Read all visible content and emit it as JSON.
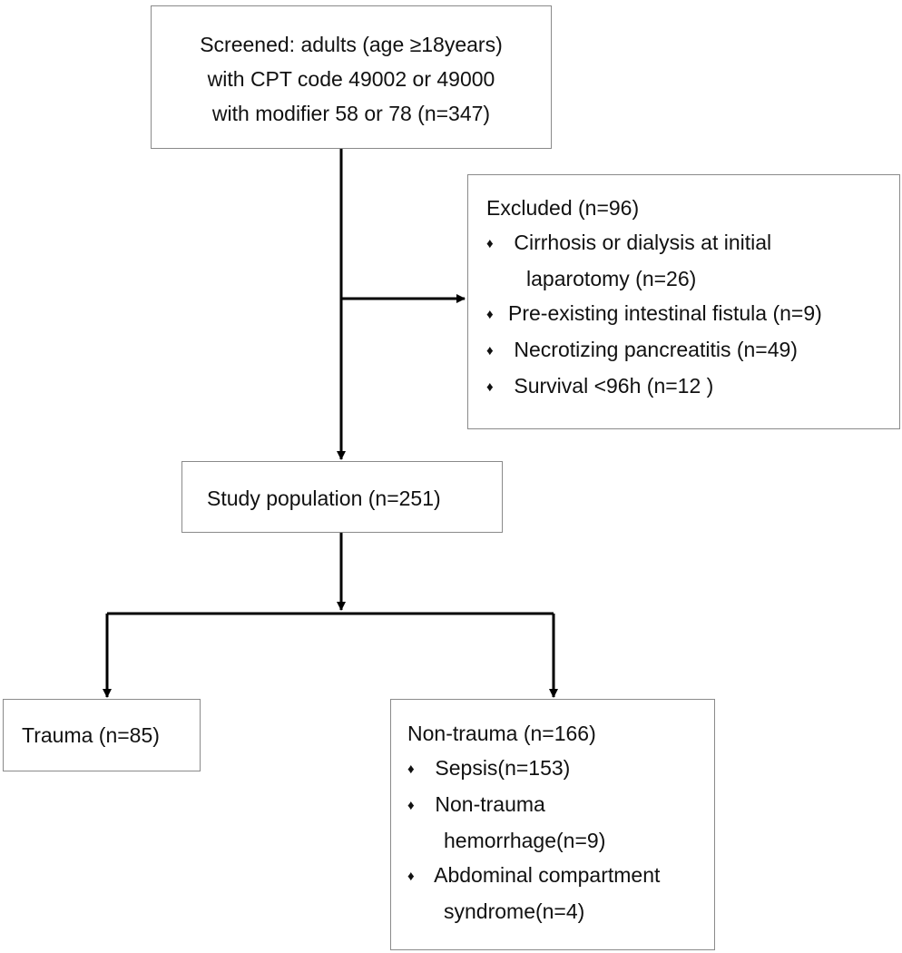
{
  "flowchart": {
    "screened": {
      "lines": [
        "Screened: adults (age ≥18years)",
        "with CPT code 49002 or 49000",
        "with modifier 58 or 78 (n=347)"
      ]
    },
    "excluded": {
      "title": "Excluded (n=96)",
      "bullet": "♦",
      "items": [
        {
          "lines": [
            "Cirrhosis or dialysis at initial",
            "laparotomy (n=26)"
          ]
        },
        {
          "lines": [
            "Pre-existing intestinal fistula (n=9)"
          ]
        },
        {
          "lines": [
            "Necrotizing pancreatitis (n=49)"
          ]
        },
        {
          "lines": [
            "Survival <96h (n=12 )"
          ]
        }
      ]
    },
    "study_population": {
      "label": "Study population (n=251)"
    },
    "trauma": {
      "label": "Trauma (n=85)"
    },
    "non_trauma": {
      "title": "Non-trauma (n=166)",
      "bullet": "♦",
      "items": [
        {
          "lines": [
            "Sepsis(n=153)"
          ]
        },
        {
          "lines": [
            "Non-trauma",
            "hemorrhage(n=9)"
          ]
        },
        {
          "lines": [
            "Abdominal compartment",
            "syndrome(n=4)"
          ]
        }
      ]
    },
    "colors": {
      "box_border": "#8a8a8a",
      "arrow": "#000000",
      "text": "#111111"
    }
  }
}
